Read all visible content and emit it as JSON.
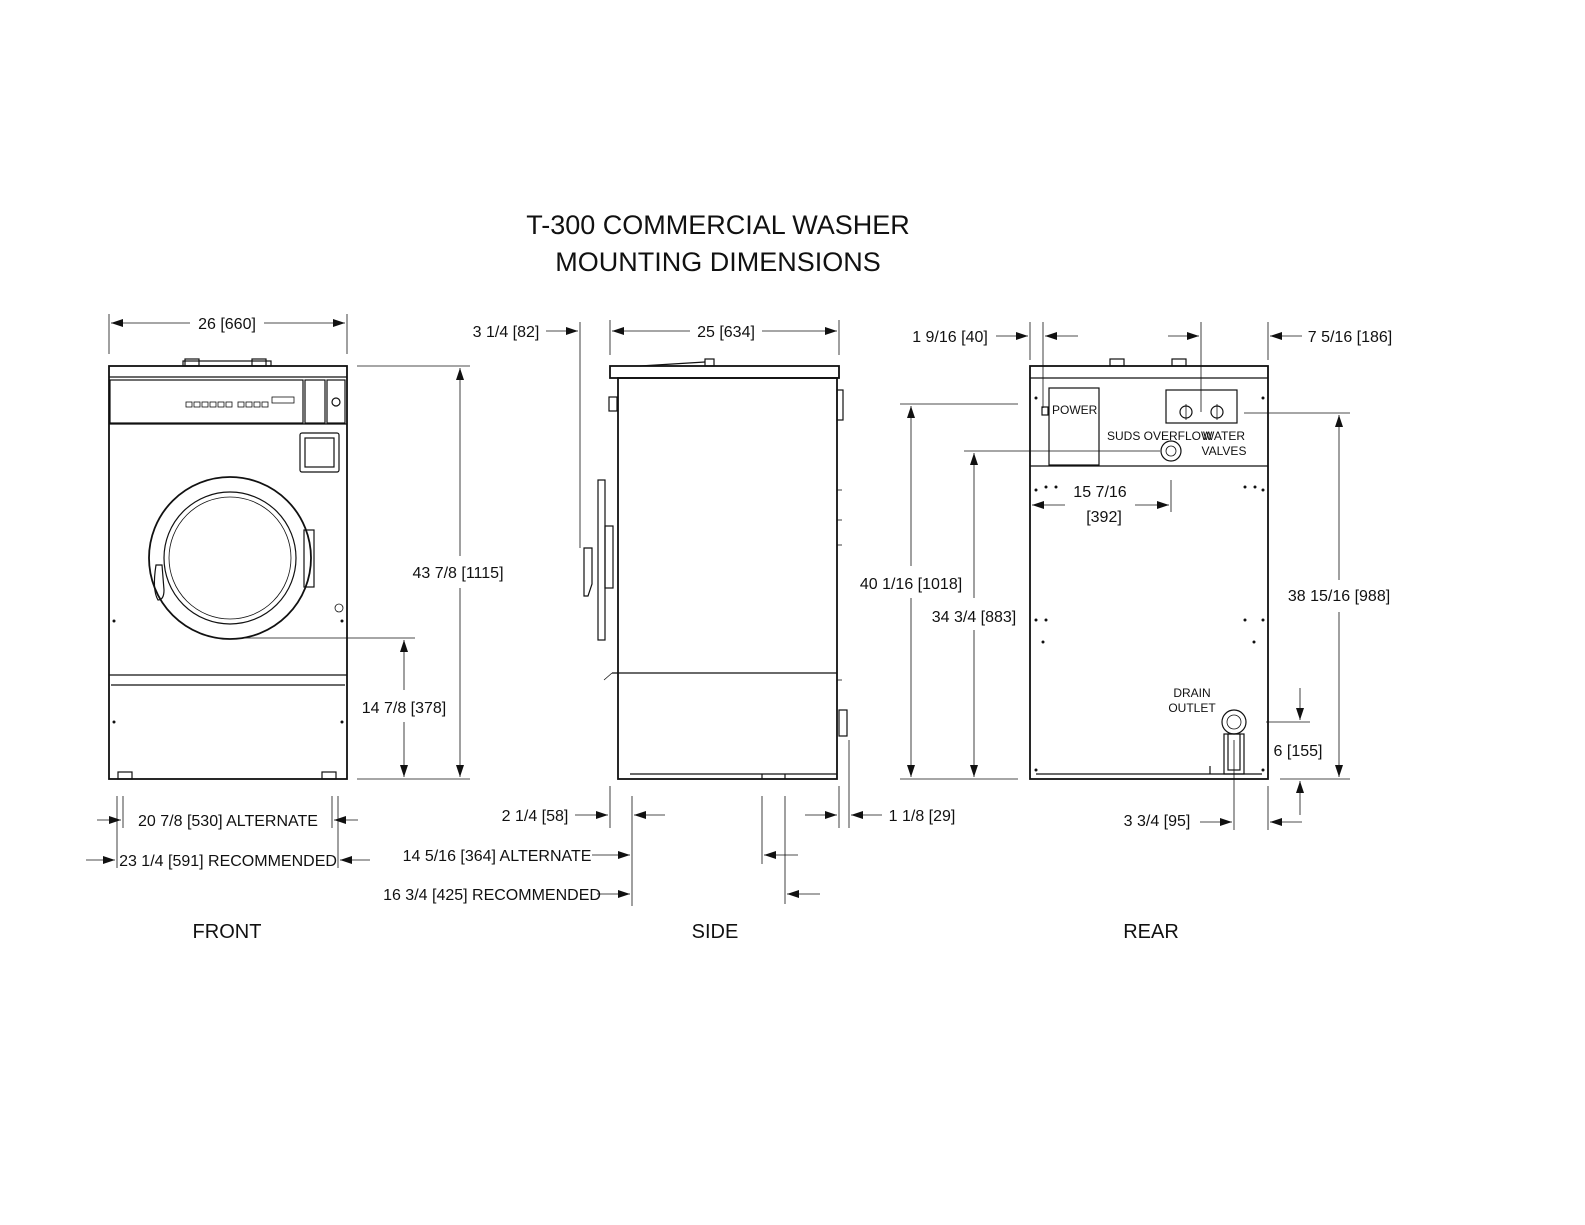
{
  "title": {
    "line1": "T-300 COMMERCIAL WASHER",
    "line2": "MOUNTING DIMENSIONS"
  },
  "views": {
    "front": "FRONT",
    "side": "SIDE",
    "rear": "REAR"
  },
  "front_dims": {
    "width": "26 [660]",
    "height": "43 7/8 [1115]",
    "door_center": "14 7/8 [378]",
    "alternate": "20 7/8 [530] ALTERNATE",
    "recommended": "23 1/4 [591] RECOMMENDED"
  },
  "side_dims": {
    "handle": "3 1/4 [82]",
    "depth": "25 [634]",
    "front_offset": "2 1/4 [58]",
    "rear_offset": "1 1/8 [29]",
    "alternate": "14 5/16 [364] ALTERNATE",
    "recommended": "16 3/4 [425] RECOMMENDED"
  },
  "rear_dims": {
    "power_offset": "1 9/16 [40]",
    "right_offset": "7 5/16 [186]",
    "power_height": "40 1/16 [1018]",
    "suds_height": "34 3/4 [883]",
    "suds_offset_a": "15 7/16",
    "suds_offset_b": "[392]",
    "water_height": "38 15/16 [988]",
    "drain_height": "6 [155]",
    "drain_offset": "3 3/4 [95]"
  },
  "rear_labels": {
    "power": "POWER",
    "suds": "SUDS OVERFLOW",
    "water1": "WATER",
    "water2": "VALVES",
    "drain1": "DRAIN",
    "drain2": "OUTLET"
  }
}
